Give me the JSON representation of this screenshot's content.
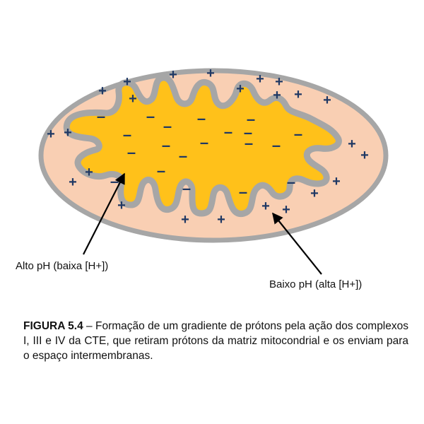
{
  "labels": {
    "high_ph": "Alto pH  (baixa [H+])",
    "low_ph": "Baixo pH  (alta [H+])"
  },
  "symbols": {
    "plus": "+",
    "minus": "–"
  },
  "caption": {
    "figure_id": "FIGURA 5.4",
    "text": " – Formação de um gradiente de prótons  pela ação dos complexos I, III e IV da CTE, que retiram prótons da matriz mitocondrial e os enviam para o espaço intermembranas."
  },
  "colors": {
    "outer_membrane": "#a6a6a6",
    "intermembrane_space": "#f9cfb3",
    "matrix": "#ffc11a",
    "inner_membrane": "#a6a6a6",
    "ion_symbols": "#1f3864",
    "arrows": "#000000"
  }
}
